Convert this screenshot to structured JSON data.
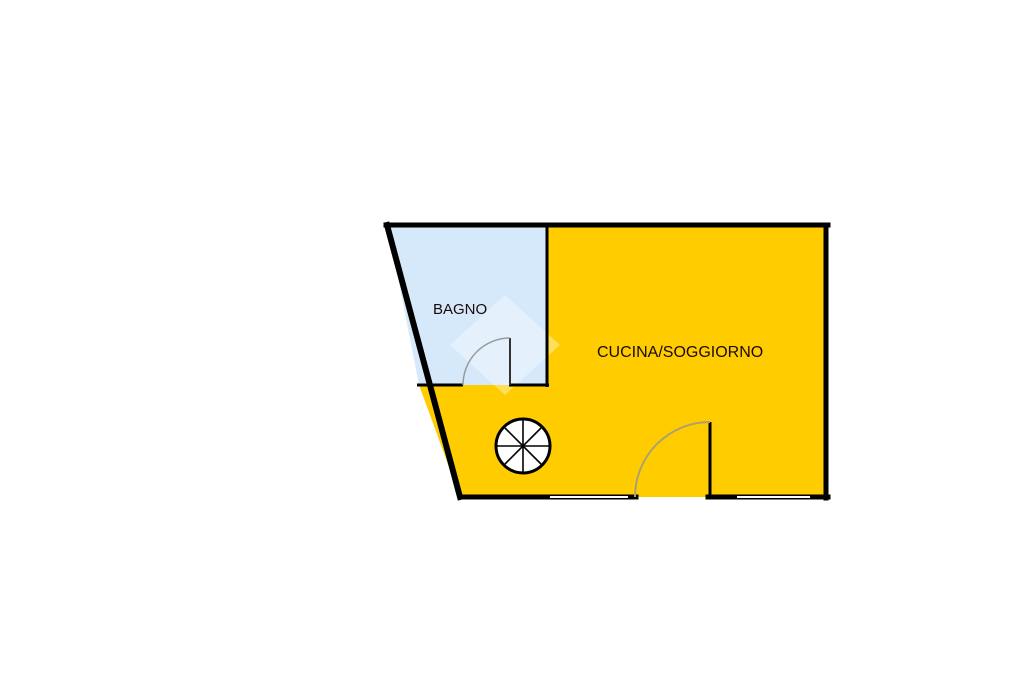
{
  "floorplan": {
    "rooms": [
      {
        "id": "bagno",
        "label": "BAGNO",
        "fill": "#d6e9fb"
      },
      {
        "id": "cucina_soggiorno",
        "label": "CUCINA/SOGGIORNO",
        "fill": "#ffcc00"
      }
    ],
    "fixtures": [
      {
        "type": "spiral-staircase"
      }
    ],
    "colors": {
      "wall": "#000000",
      "door_arc": "#a8a8a8",
      "window": "#ffffff",
      "background": "#ffffff"
    }
  }
}
